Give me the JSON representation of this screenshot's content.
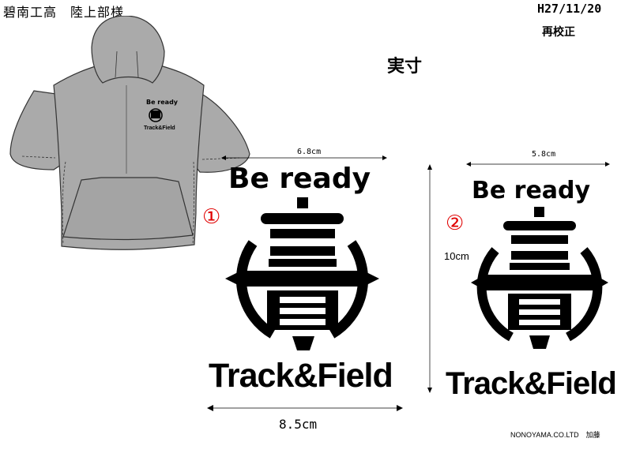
{
  "header": {
    "school_club": "碧南工高　陸上部様",
    "date": "H27/11/20",
    "revision": "再校正"
  },
  "actual_size_label": "実寸",
  "hoodie": {
    "print_be_ready": "Be ready",
    "print_track_field": "Track&Field"
  },
  "designs": [
    {
      "number": "①",
      "be_ready": "Be ready",
      "track_field": "Track&Field",
      "width_top": "6.8cm",
      "width_overall": "8.5cm"
    },
    {
      "number": "②",
      "be_ready": "Be ready",
      "track_field": "Track&Field",
      "width_top": "5.8cm",
      "height": "10cm"
    }
  ],
  "footer": {
    "maker": "NONOYAMA.CO.LTD　加藤"
  }
}
